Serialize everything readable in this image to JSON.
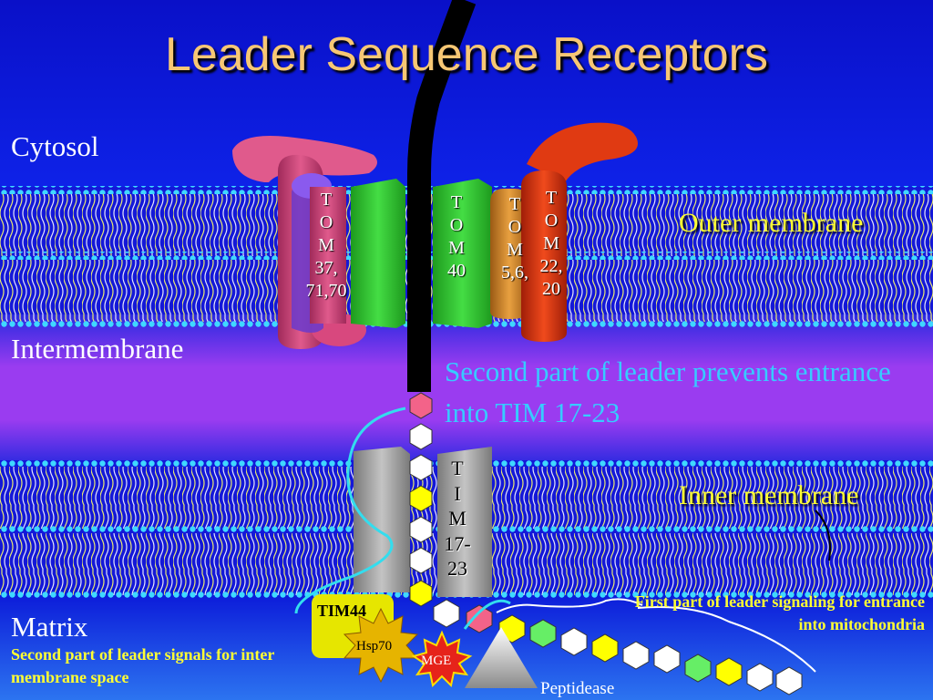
{
  "title": "Leader Sequence Receptors",
  "regions": {
    "cytosol": "Cytosol",
    "intermembrane": "Intermembrane",
    "matrix": "Matrix"
  },
  "membranes": {
    "outer": "Outer membrane",
    "inner": "Inner membrane"
  },
  "proteins": {
    "tom37": [
      "T",
      "O",
      "M",
      "37,",
      "71,70"
    ],
    "tom40": [
      "T",
      "O",
      "M",
      "40"
    ],
    "tom56": [
      "T",
      "O",
      "M",
      "5,6,"
    ],
    "tom22": [
      "T",
      "O",
      "M",
      "22,",
      "20"
    ],
    "tim1723": [
      "T",
      "I",
      "M",
      "17-",
      "23"
    ],
    "tim44": "TIM44",
    "hsp70": "Hsp70",
    "mge": "MGE",
    "peptidase": "Peptidease"
  },
  "annotations": {
    "second_part_prevents": "Second part of leader prevents entrance into TIM 17-23",
    "first_part_signaling": "First part of leader signaling for entrance into mitochondria",
    "second_part_signals": "Second part of leader signals for inter membrane space"
  },
  "colors": {
    "background": "#0a16d8",
    "title": "#f7c774",
    "membrane_label": "#ffff33",
    "note": "#36ccff",
    "intermembrane": "#9a3cf0",
    "tom37": "#d8487e",
    "tom40": "#33c633",
    "tom56": "#d58a2c",
    "tom22": "#e03a12",
    "tim": "#a7a7a7",
    "hsp70": "#e6b400",
    "mge": "#e6231a",
    "peptide_pink": "#f36389",
    "peptide_yellow": "#ffff00",
    "peptide_green": "#66ee66",
    "peptide_white": "#ffffff"
  }
}
